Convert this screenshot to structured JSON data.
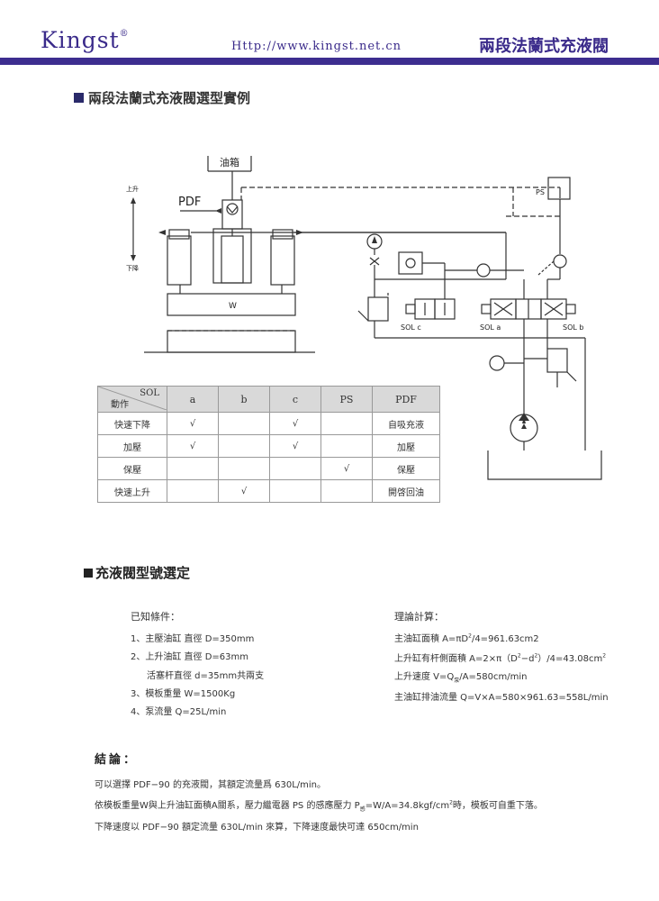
{
  "header": {
    "brand": "Kingst",
    "registered_mark": "®",
    "website": "Http://www.kingst.net.cn",
    "page_title": "兩段法蘭式充液閥"
  },
  "section1": {
    "title": "兩段法蘭式充液閥選型實例"
  },
  "diagram": {
    "tank_label": "油箱",
    "up_label": "上升",
    "down_label": "下降",
    "pdf_label": "PDF",
    "weight_label": "W",
    "ps_label": "PS",
    "sol_c": "SOL c",
    "sol_a": "SOL a",
    "sol_b": "SOL b"
  },
  "table": {
    "corner_sol": "SOL",
    "corner_action": "動作",
    "columns": [
      "a",
      "b",
      "c",
      "PS",
      "PDF"
    ],
    "rows": [
      {
        "action": "快速下降",
        "marks": [
          "√",
          "",
          "√",
          ""
        ],
        "pdf": "自吸充液"
      },
      {
        "action": "加壓",
        "marks": [
          "√",
          "",
          "√",
          ""
        ],
        "pdf": "加壓"
      },
      {
        "action": "保壓",
        "marks": [
          "",
          "",
          "",
          "√"
        ],
        "pdf": "保壓"
      },
      {
        "action": "快速上升",
        "marks": [
          "",
          "√",
          "",
          ""
        ],
        "pdf": "開啓回油"
      }
    ]
  },
  "section2": {
    "title": "充液閥型號選定"
  },
  "known": {
    "heading": "已知條件：",
    "items": [
      "1、主壓油缸 直徑 D=350mm",
      "2、上升油缸 直徑 D=63mm",
      "活塞杆直徑 d=35mm共兩支",
      "3、模板重量 W=1500Kg",
      "4、泵流量 Q=25L/min"
    ]
  },
  "theory": {
    "heading": "理論計算：",
    "line1_a": "主油缸面積 A=πD",
    "line1_sup": "2",
    "line1_b": "/4=961.63cm2",
    "line2_a": "上升缸有杆側面積 A=2×π（D",
    "line2_sup1": "2",
    "line2_b": "−d",
    "line2_sup2": "2",
    "line2_c": "）/4=43.08cm",
    "line2_sup3": "2",
    "line3_a": "上升速度 V=Q",
    "line3_sub": "泵",
    "line3_b": "/A=580cm/min",
    "line4": "主油缸排油流量 Q=V×A=580×961.63=558L/min"
  },
  "conclusion": {
    "heading": "結論：",
    "line1": "可以選擇 PDF−90 的充液閥，其額定流量爲 630L/min。",
    "line2_a": "依模板重量W與上升油缸面積A關系，壓力繼電器 PS 的感應壓力 P",
    "line2_sub": "感",
    "line2_b": "=W/A=34.8kgf/cm",
    "line2_sup": "2",
    "line2_c": "時，模板可自重下落。",
    "line3": "下降速度以 PDF−90 額定流量 630L/min 來算，下降速度最快可達 650cm/min"
  }
}
